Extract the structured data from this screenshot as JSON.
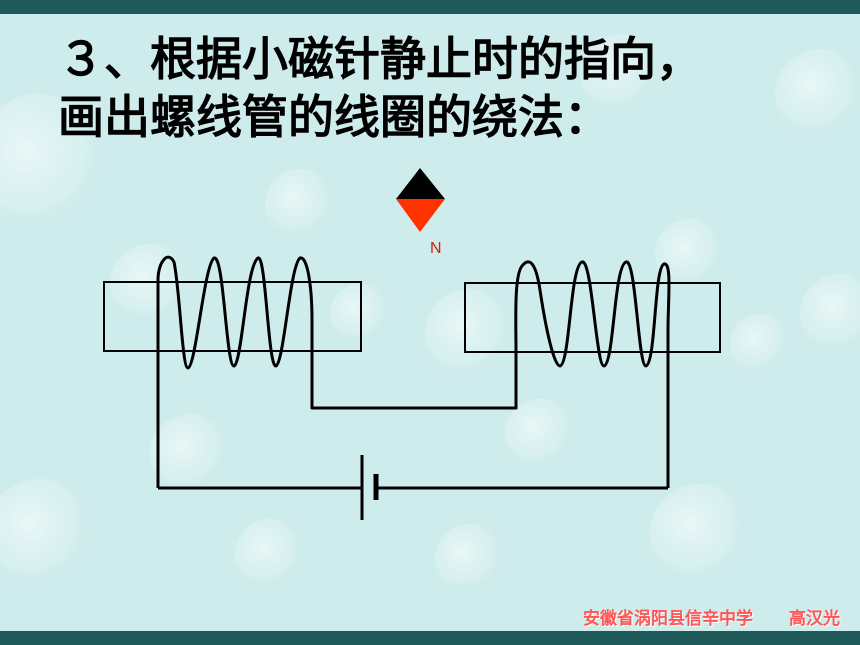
{
  "slide": {
    "title_line1": "３、根据小磁针静止时的指向，",
    "title_line2": "画出螺线管的线圈的绕法：",
    "needle_label": "N",
    "footer_school": "安徽省涡阳县信辛中学",
    "footer_author": "高汉光"
  },
  "colors": {
    "background": "#cfecec",
    "bar": "#1e5a5a",
    "needle_top": "#000000",
    "needle_bottom": "#ff3300",
    "footer_text": "#ff5555"
  }
}
